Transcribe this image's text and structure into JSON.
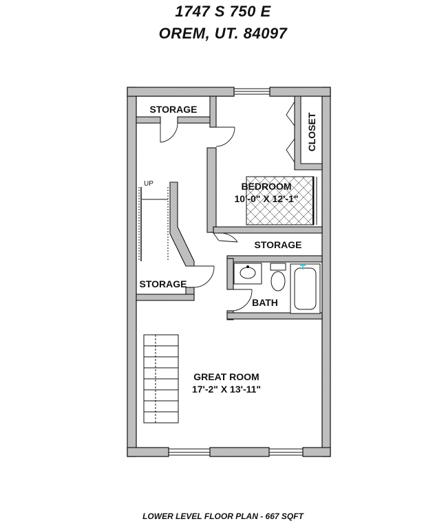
{
  "header": {
    "address_line1": "1747 S 750 E",
    "address_line2": "OREM, UT. 84097"
  },
  "rooms": {
    "storage_top": "STORAGE",
    "closet": "CLOSET",
    "bedroom_name": "BEDROOM",
    "bedroom_size": "10'-0\" X 12'-1\"",
    "storage_mid": "STORAGE",
    "storage_left": "STORAGE",
    "bath": "BATH",
    "great_room_name": "GREAT ROOM",
    "great_room_size": "17'-2\" X 13'-11\"",
    "up_label": "UP"
  },
  "footer": {
    "caption": "LOWER LEVEL FLOOR PLAN - 667 SQFT"
  },
  "colors": {
    "wall_fill": "#bdbdbd",
    "wall_stroke": "#111111",
    "fixture_accent": "#3ec7d6"
  }
}
